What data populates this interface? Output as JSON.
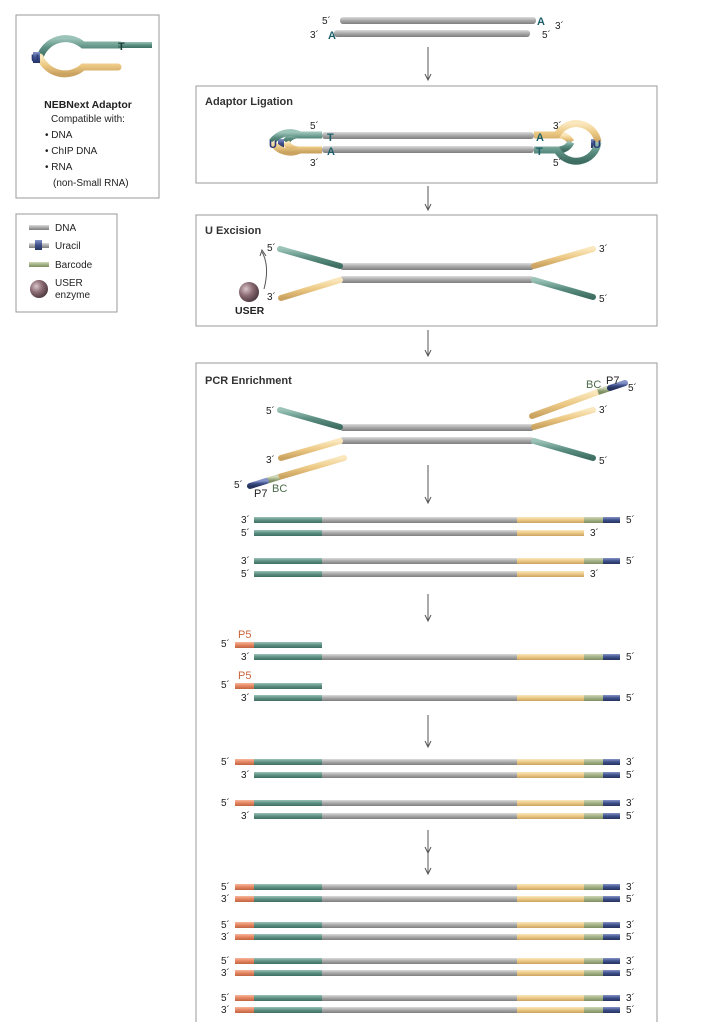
{
  "colors": {
    "dna": "#b4b4b4",
    "dna_dark": "#8a8a8a",
    "adaptor_green": "#5c8f82",
    "adaptor_yellow": "#eccb88",
    "barcode": "#a3b186",
    "p7_blue": "#3e4f8a",
    "p5_orange": "#e48560",
    "base_teal": "#1d5f6a",
    "uracil": "#2a3a7a",
    "user_enzyme": "#8a6a72"
  },
  "adaptor_box": {
    "title": "NEBNext Adaptor",
    "compatible": "Compatible with:",
    "items": [
      "• DNA",
      "• ChIP DNA",
      "• RNA",
      "(non-Small RNA)"
    ],
    "u": "U",
    "t": "T"
  },
  "legend": {
    "items": [
      {
        "label": "DNA"
      },
      {
        "label": "Uracil"
      },
      {
        "label": "Barcode"
      },
      {
        "label": "USER"
      },
      {
        "label": "enzyme"
      }
    ],
    "u": "U"
  },
  "labels": {
    "five": "5´",
    "three": "3´",
    "a": "A",
    "t": "T",
    "u": "U",
    "user": "USER",
    "p5": "P5",
    "p7": "P7",
    "bc": "BC"
  },
  "panels": {
    "ligation": "Adaptor Ligation",
    "excision": "U Excision",
    "pcr": "PCR Enrichment"
  }
}
